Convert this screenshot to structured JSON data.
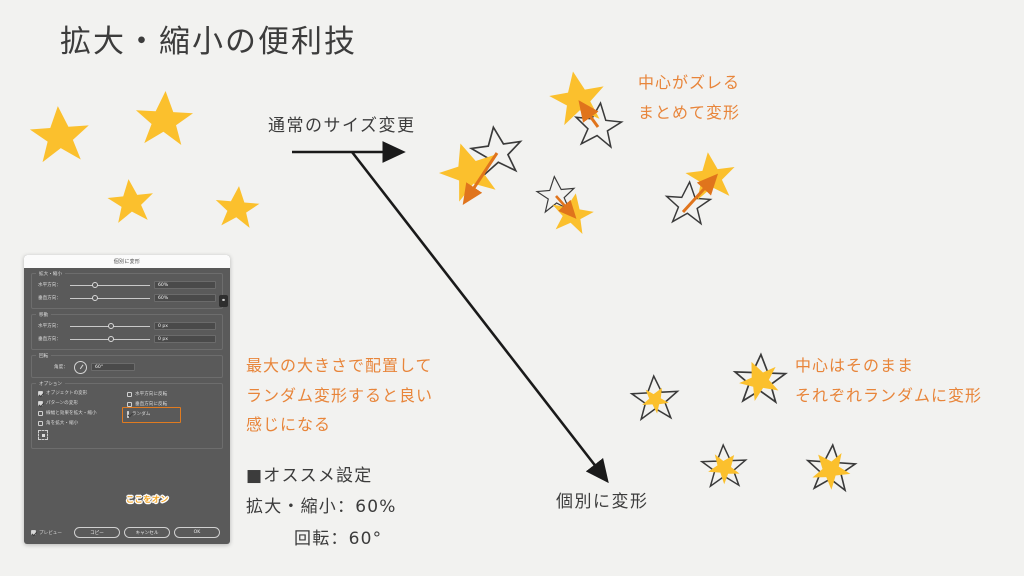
{
  "slide": {
    "title": "拡大・縮小の便利技",
    "background": "#f2f2f0",
    "star_color": "#fbc02d",
    "outline_color": "#3a3a3a",
    "accent_color": "#e8853a"
  },
  "labels": {
    "normal_resize": "通常のサイズ変更",
    "transform_each": "個別に変形"
  },
  "annotations": {
    "top_right": [
      "中心がズレる",
      "まとめて変形"
    ],
    "bottom_right": [
      "中心はそのまま",
      "それぞれランダムに変形"
    ],
    "middle": [
      "最大の大きさで配置して",
      "ランダム変形すると良い",
      "感じになる"
    ]
  },
  "recommend": {
    "heading": "■オススメ設定",
    "line1": "拡大・縮小：60%",
    "line2": "回転：60°"
  },
  "dialog": {
    "title": "個別に変形",
    "scale": {
      "group": "拡大・縮小",
      "horizontal_label": "水平方向：",
      "horizontal_value": "60%",
      "vertical_label": "垂直方向：",
      "vertical_value": "60%",
      "link_icon": "link-chain-icon"
    },
    "move": {
      "group": "移動",
      "horizontal_label": "水平方向：",
      "horizontal_value": "0 px",
      "vertical_label": "垂直方向：",
      "vertical_value": "0 px"
    },
    "rotate": {
      "group": "回転",
      "angle_label": "角度：",
      "angle_value": "60°"
    },
    "options": {
      "group": "オプション",
      "left": [
        {
          "label": "オブジェクトの変形",
          "checked": true
        },
        {
          "label": "パターンの変形",
          "checked": true
        },
        {
          "label": "線幅と効果を拡大・縮小",
          "checked": false
        },
        {
          "label": "角を拡大・縮小",
          "checked": false
        }
      ],
      "right": [
        {
          "label": "水平方向に反転",
          "checked": false
        },
        {
          "label": "垂直方向に反転",
          "checked": false
        },
        {
          "label": "ランダム",
          "checked": true,
          "highlighted": true
        }
      ],
      "reference_point_icon": "reference-point-grid-icon"
    },
    "callout": "ここをオン",
    "footer": {
      "preview_label": "プレビュー",
      "preview_checked": true,
      "copy_label": "コピー",
      "cancel_label": "キャンセル",
      "ok_label": "OK"
    }
  }
}
